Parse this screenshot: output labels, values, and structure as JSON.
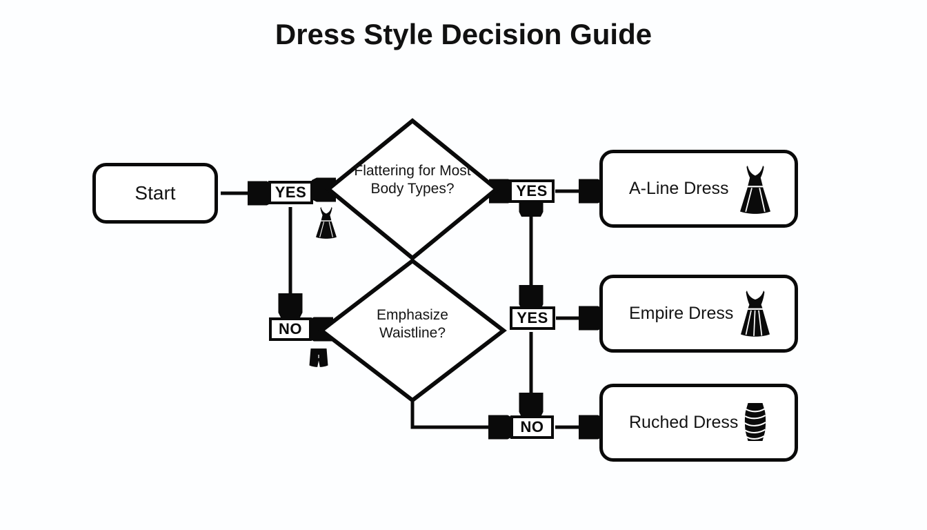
{
  "title": "Dress Style Decision Guide",
  "colors": {
    "background": "#fdfeff",
    "stroke": "#0a0a0a",
    "text": "#141414",
    "node_fill": "#ffffff"
  },
  "nodes": {
    "start": {
      "label": "Start",
      "type": "terminal",
      "shape": "rounded-rect"
    },
    "decision_1": {
      "line1": "Flattering for Most",
      "line2": "Body Types?",
      "type": "decision",
      "shape": "diamond",
      "icon": "a-line-dress-icon"
    },
    "decision_2": {
      "line1": "Emphasize",
      "line2": "Waistline?",
      "type": "decision",
      "shape": "diamond",
      "icon": "shorts-icon"
    },
    "result_1": {
      "label": "A-Line Dress",
      "type": "result",
      "shape": "rounded-rect",
      "icon": "flared-dress-icon"
    },
    "result_2": {
      "label": "Empire Dress",
      "type": "result",
      "shape": "rounded-rect",
      "icon": "pleated-dress-icon"
    },
    "result_3": {
      "label": "Ruched Dress",
      "type": "result",
      "shape": "rounded-rect",
      "icon": "ruched-dress-icon"
    }
  },
  "edge_labels": {
    "yes_start": "YES",
    "no_start": "NO",
    "yes_flattering": "YES",
    "yes_waistline": "YES",
    "no_waistline": "NO"
  },
  "chart_data": {
    "type": "flowchart",
    "title": "Dress Style Decision Guide",
    "orientation": "left-to-right",
    "nodes": [
      {
        "id": "start",
        "label": "Start",
        "shape": "rounded-rect"
      },
      {
        "id": "d1",
        "label": "Flattering for Most Body Types?",
        "shape": "diamond"
      },
      {
        "id": "d2",
        "label": "Emphasize Waistline?",
        "shape": "diamond"
      },
      {
        "id": "r1",
        "label": "A-Line Dress",
        "shape": "rounded-rect"
      },
      {
        "id": "r2",
        "label": "Empire Dress",
        "shape": "rounded-rect"
      },
      {
        "id": "r3",
        "label": "Ruched Dress",
        "shape": "rounded-rect"
      }
    ],
    "edges": [
      {
        "from": "start",
        "to": "d1",
        "label": "YES"
      },
      {
        "from": "start",
        "to": "d2",
        "label": "NO"
      },
      {
        "from": "d1",
        "to": "r1",
        "label": "YES"
      },
      {
        "from": "d2",
        "to": "r2",
        "label": "YES"
      },
      {
        "from": "d2",
        "to": "r3",
        "label": "NO"
      }
    ]
  }
}
